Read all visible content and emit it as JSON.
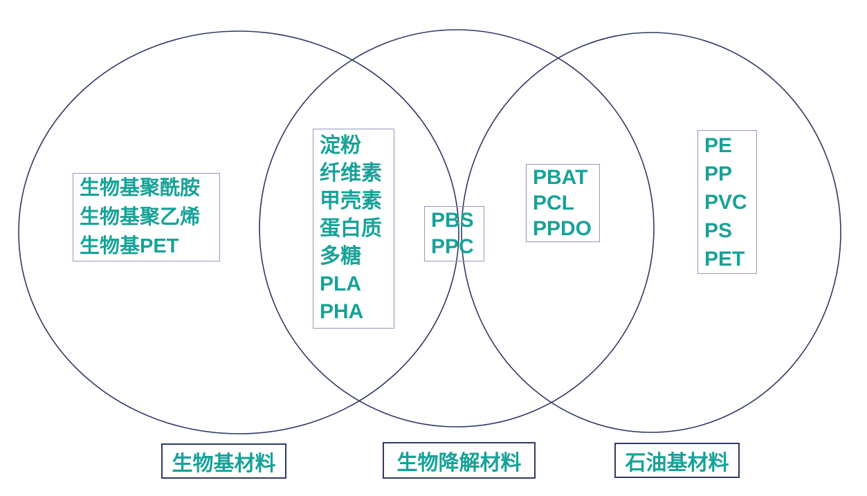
{
  "colors": {
    "teal": "#17A298",
    "box-border": "#9097BE",
    "label-border": "#2D3968",
    "circle-stroke": "#2E3963",
    "background": "#FFFFFF"
  },
  "venn": {
    "groups": [
      {
        "name": "bio-based-only",
        "items": [
          "生物基聚酰胺",
          "生物基聚乙烯",
          "生物基PET"
        ]
      },
      {
        "name": "bio-based-and-biodegradable",
        "items": [
          "淀粉",
          "纤维素",
          "甲壳素",
          "蛋白质",
          "多糖",
          "PLA",
          "PHA"
        ]
      },
      {
        "name": "biodegradable-center-overlap",
        "items": [
          "PBS",
          "PPC"
        ]
      },
      {
        "name": "biodegradable-and-petroleum",
        "items": [
          "PBAT",
          "PCL",
          "PPDO"
        ]
      },
      {
        "name": "petroleum-only",
        "items": [
          "PE",
          "PP",
          "PVC",
          "PS",
          "PET"
        ]
      }
    ],
    "set_labels": [
      {
        "name": "bio-based",
        "text": "生物基材料"
      },
      {
        "name": "biodegradable",
        "text": "生物降解材料"
      },
      {
        "name": "petroleum-based",
        "text": "石油基材料"
      }
    ]
  }
}
